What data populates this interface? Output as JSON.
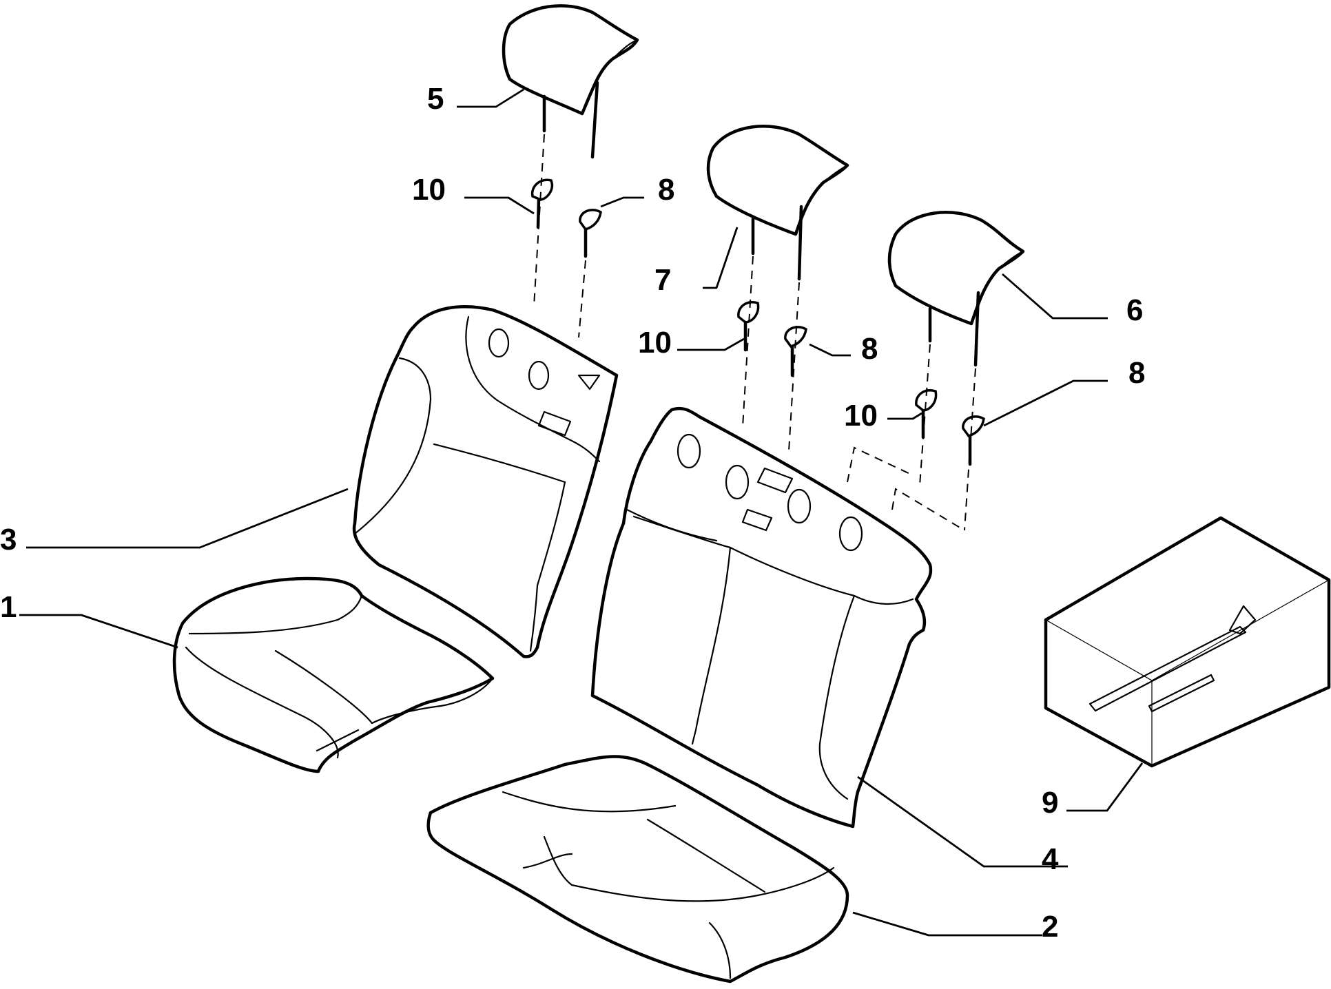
{
  "callouts": {
    "c1": "1",
    "c2": "2",
    "c3": "3",
    "c4": "4",
    "c5": "5",
    "c6": "6",
    "c7": "7",
    "c8a": "8",
    "c8b": "8",
    "c8c": "8",
    "c9": "9",
    "c10a": "10",
    "c10b": "10",
    "c10c": "10"
  }
}
